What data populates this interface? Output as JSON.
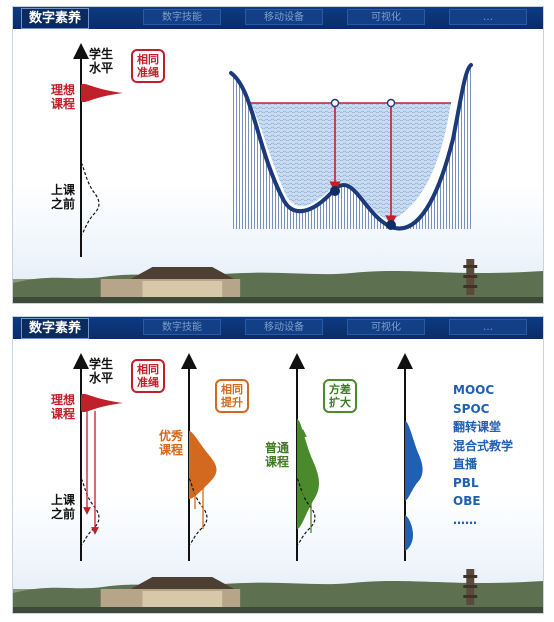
{
  "header": {
    "brand": "数字素养",
    "tabs": [
      "数字技能",
      "移动设备",
      "可视化",
      "…"
    ]
  },
  "slide1": {
    "axis_title": "学生\n水平",
    "ideal_label": "理想\n课程",
    "before_label": "上课\n之前",
    "callout": "相同\n准绳"
  },
  "slide2": {
    "axis_title": "学生\n水平",
    "ideal_label": "理想\n课程",
    "before_label": "上课\n之前",
    "callout_same_criterion": "相同\n准绳",
    "excellent_label": "优秀\n课程",
    "callout_same_improve": "相同\n提升",
    "ordinary_label": "普通\n课程",
    "callout_variance": "方差\n扩大",
    "methods": [
      "MOOC",
      "SPOC",
      "翻转课堂",
      "混合式教学",
      "直播",
      "PBL",
      "OBE",
      "……"
    ]
  },
  "colors": {
    "header_bg": "#0d3b84",
    "red": "#c0202a",
    "orange": "#d2691e",
    "green": "#4a8a2a",
    "blue": "#1f5fb4",
    "water": "#bcd4ee",
    "valley": "#1a3a7a"
  }
}
